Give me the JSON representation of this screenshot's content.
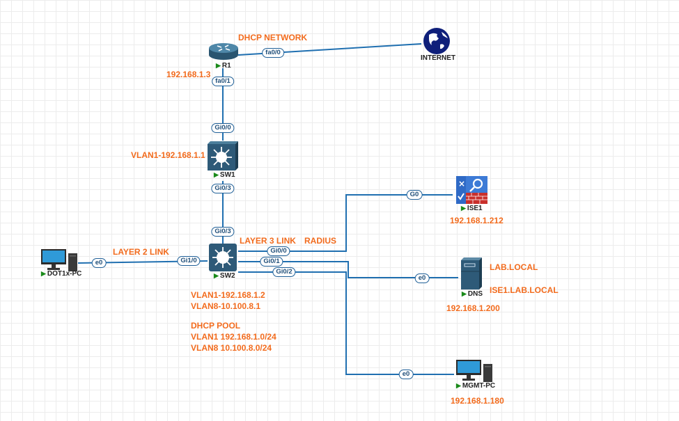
{
  "diagram": {
    "title_labels": {
      "dhcp_network": "DHCP NETWORK",
      "r1_ip": "192.168.1.3",
      "sw1_vlan": "VLAN1-192.168.1.1",
      "layer2_link": "LAYER 2 LINK",
      "layer3_link": "LAYER 3 LINK",
      "radius": "RADIUS",
      "sw2_vlan1": "VLAN1-192.168.1.2",
      "sw2_vlan8": "VLAN8-10.100.8.1",
      "dhcp_pool": "DHCP POOL",
      "pool_vlan1": "VLAN1 192.168.1.0/24",
      "pool_vlan8": "VLAN8 10.100.8.0/24",
      "ise_ip": "192.168.1.212",
      "dns_domain": "LAB.LOCAL",
      "dns_record": "ISE1.LAB.LOCAL",
      "dns_ip": "192.168.1.200",
      "mgmt_ip": "192.168.1.180"
    },
    "nodes": {
      "r1": {
        "name": "R1",
        "icon": "router-icon"
      },
      "internet": {
        "name": "INTERNET",
        "icon": "globe-icon"
      },
      "sw1": {
        "name": "SW1",
        "icon": "layer3-switch-icon"
      },
      "sw2": {
        "name": "SW2",
        "icon": "layer3-switch-icon"
      },
      "dot1x_pc": {
        "name": "DOT1x-PC",
        "icon": "pc-icon"
      },
      "ise1": {
        "name": "ISE1",
        "icon": "ise-firewall-icon"
      },
      "dns": {
        "name": "DNS",
        "icon": "server-icon"
      },
      "mgmt_pc": {
        "name": "MGMT-PC",
        "icon": "pc-icon"
      }
    },
    "ports": {
      "r1_fa00": "fa0/0",
      "r1_fa01": "fa0/1",
      "sw1_gi00": "Gi0/0",
      "sw1_gi03": "Gi0/3",
      "sw2_gi03": "Gi0/3",
      "sw2_gi10": "Gi1/0",
      "pc_e0": "e0",
      "sw2_gi00": "Gi0/0",
      "sw2_gi01": "Gi0/1",
      "sw2_gi02": "Gi0/2",
      "ise_g0": "G0",
      "dns_e0": "e0",
      "mgmt_e0": "e0"
    },
    "colors": {
      "link": "#1f6fb0",
      "annotation": "#f26b1d",
      "device": "#2e5a78",
      "status_running": "#1a8a1a"
    }
  }
}
